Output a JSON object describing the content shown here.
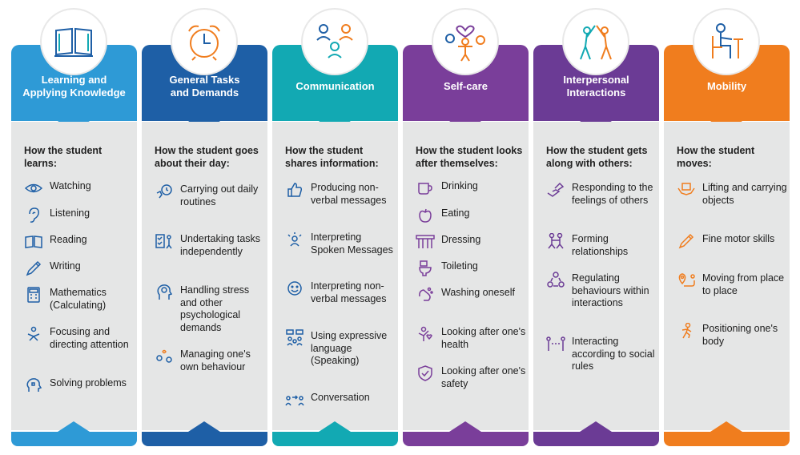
{
  "colors": {
    "learning": "#2e9ad6",
    "general": "#1e5fa6",
    "communication": "#12a9b3",
    "selfcare": "#7a3e9a",
    "interpersonal": "#6b3b95",
    "mobility": "#f07d1e"
  },
  "columns": [
    {
      "title_lines": [
        "Learning and",
        "Applying Knowledge"
      ],
      "intro": "How the student learns:",
      "icon": "open-book-icon",
      "items": [
        "Watching",
        "Listening",
        "Reading",
        "Writing",
        "Mathematics (Calculating)",
        "Focusing and directing attention",
        "Solving problems"
      ]
    },
    {
      "title_lines": [
        "General Tasks",
        "and Demands"
      ],
      "intro": "How the student goes about their day:",
      "icon": "alarm-clock-icon",
      "items": [
        "Carrying out daily routines",
        "Undertaking tasks independently",
        "Handling stress and other psychological demands",
        "Managing one's own behaviour"
      ]
    },
    {
      "title_lines": [
        "Communication"
      ],
      "intro": "How the student shares information:",
      "icon": "people-group-icon",
      "items": [
        "Producing non-verbal messages",
        "Interpreting Spoken Messages",
        "Interpreting non-verbal messages",
        "Using expressive language (Speaking)",
        "Conversation"
      ]
    },
    {
      "title_lines": [
        "Self-care"
      ],
      "intro": "How the student looks after themselves:",
      "icon": "person-heart-icon",
      "items": [
        "Drinking",
        "Eating",
        "Dressing",
        "Toileting",
        "Washing oneself",
        "Looking after one's health",
        "Looking after one's safety"
      ]
    },
    {
      "title_lines": [
        "Interpersonal",
        "Interactions"
      ],
      "intro": "How the student gets along with others:",
      "icon": "high-five-icon",
      "items": [
        "Responding to the feelings of others",
        "Forming relationships",
        "Regulating behaviours within interactions",
        "Interacting according to social rules"
      ]
    },
    {
      "title_lines": [
        "Mobility"
      ],
      "intro": "How the student moves:",
      "icon": "seated-person-icon",
      "items": [
        "Lifting and carrying objects",
        "Fine motor skills",
        "Moving from place to place",
        "Positioning one's body"
      ]
    }
  ]
}
